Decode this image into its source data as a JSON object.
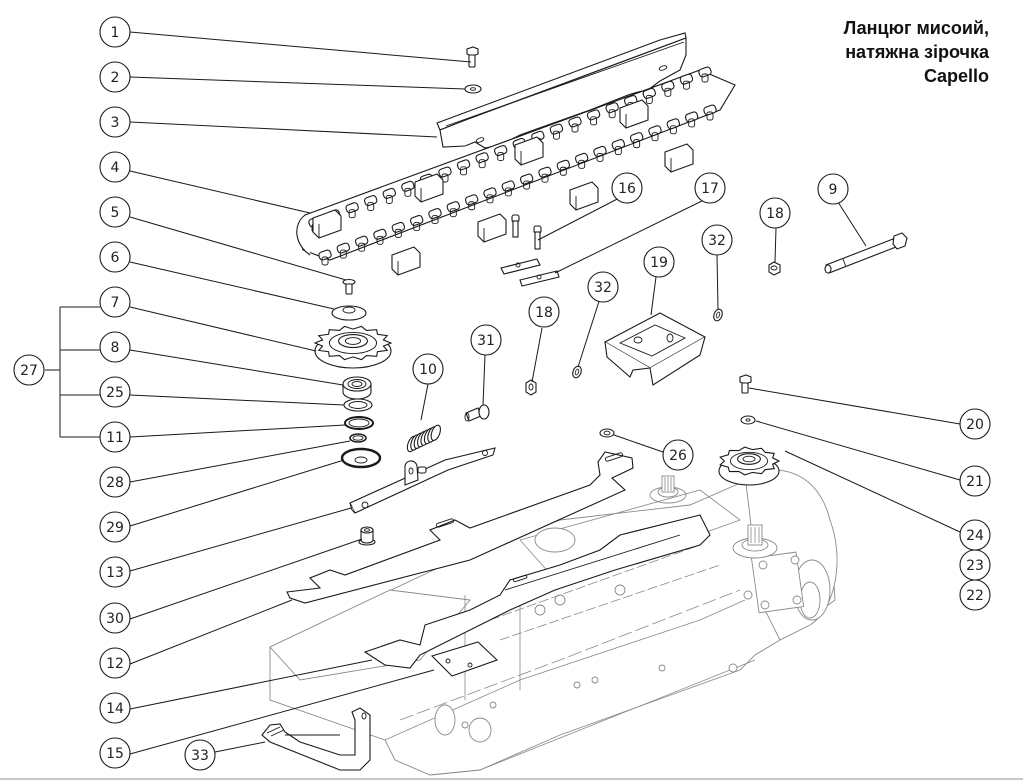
{
  "title": {
    "lines": [
      "Ланцюг мисоий,",
      "натяжна зірочка",
      "Capello"
    ]
  },
  "callouts": [
    {
      "id": "1",
      "part": "bolt"
    },
    {
      "id": "2",
      "part": "washer"
    },
    {
      "id": "3",
      "part": "chain-guide-rail"
    },
    {
      "id": "4",
      "part": "gathering-chain"
    },
    {
      "id": "5",
      "part": "countersunk-screw"
    },
    {
      "id": "6",
      "part": "cover-washer"
    },
    {
      "id": "7",
      "part": "idler-sprocket"
    },
    {
      "id": "8",
      "part": "bearing"
    },
    {
      "id": "25",
      "part": "shim-ring"
    },
    {
      "id": "11",
      "part": "retaining-ring"
    },
    {
      "id": "28",
      "part": "spacer-ring"
    },
    {
      "id": "29",
      "part": "seal-disc"
    },
    {
      "id": "13",
      "part": "tensioner-arm"
    },
    {
      "id": "30",
      "part": "rivet-nut"
    },
    {
      "id": "12",
      "part": "upper-plate"
    },
    {
      "id": "14",
      "part": "lower-plate"
    },
    {
      "id": "15",
      "part": "support-plate"
    },
    {
      "id": "33",
      "part": "snout-tip"
    },
    {
      "id": "27",
      "part": "sprocket-assembly"
    },
    {
      "id": "10",
      "part": "tension-spring"
    },
    {
      "id": "31",
      "part": "shoulder-bolt"
    },
    {
      "id": "18",
      "part": "nut"
    },
    {
      "id": "32",
      "part": "washer-small"
    },
    {
      "id": "16",
      "part": "socket-screw"
    },
    {
      "id": "17",
      "part": "connector-link"
    },
    {
      "id": "19",
      "part": "guide-block"
    },
    {
      "id": "9",
      "part": "long-bolt"
    },
    {
      "id": "26",
      "part": "washer-flat"
    },
    {
      "id": "20",
      "part": "flange-bolt"
    },
    {
      "id": "21",
      "part": "washer-drive"
    },
    {
      "id": "24",
      "part": "drive-sprocket"
    },
    {
      "id": "23",
      "part": "drive-part-23"
    },
    {
      "id": "22",
      "part": "drive-part-22"
    }
  ],
  "labels": {
    "c1": "1",
    "c2": "2",
    "c3": "3",
    "c4": "4",
    "c5": "5",
    "c6": "6",
    "c7": "7",
    "c8": "8",
    "c25": "25",
    "c11": "11",
    "c28": "28",
    "c29": "29",
    "c13": "13",
    "c30": "30",
    "c12": "12",
    "c14": "14",
    "c15": "15",
    "c33": "33",
    "c27": "27",
    "c10": "10",
    "c31": "31",
    "c18a": "18",
    "c18b": "18",
    "c32a": "32",
    "c32b": "32",
    "c16": "16",
    "c17": "17",
    "c19": "19",
    "c9": "9",
    "c26": "26",
    "c20": "20",
    "c21": "21",
    "c24": "24",
    "c23": "23",
    "c22": "22"
  }
}
